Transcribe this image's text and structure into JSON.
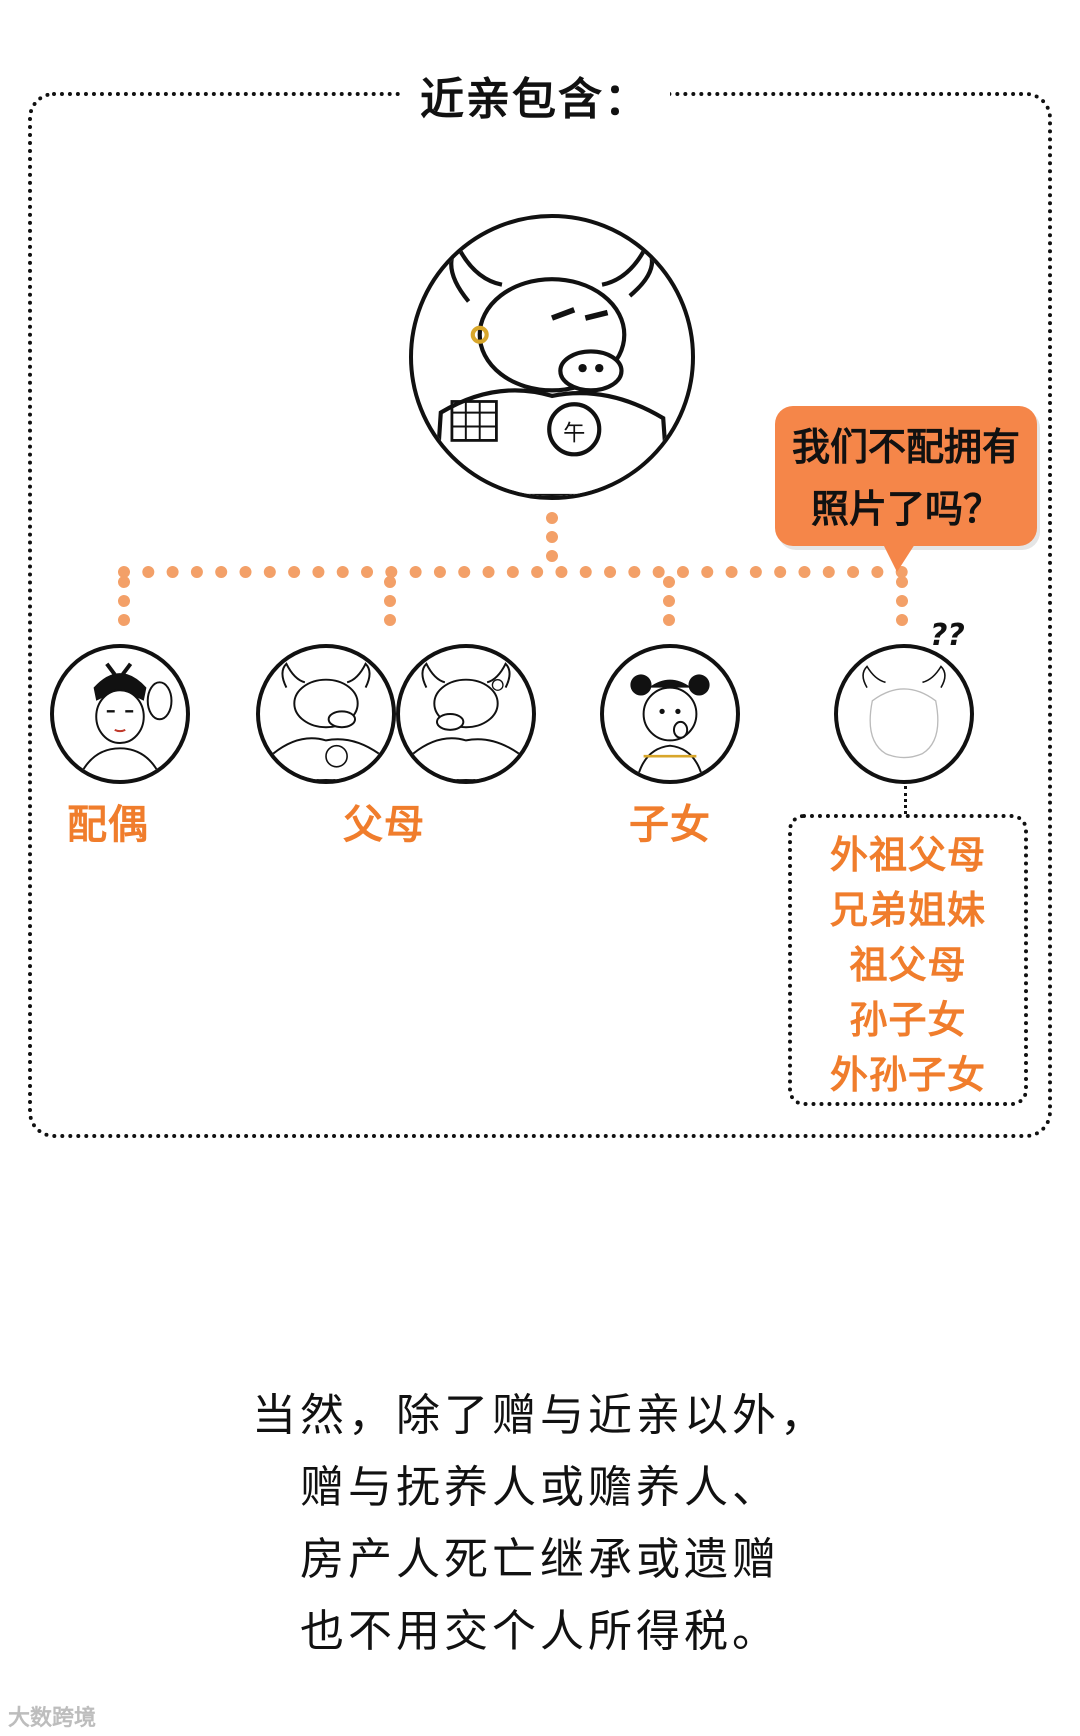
{
  "title": "近亲包含：",
  "bubble": {
    "line1": "我们不配拥有",
    "line2": "照片了吗？"
  },
  "question_marks": "??",
  "labels": {
    "spouse": "配偶",
    "parents": "父母",
    "children": "子女"
  },
  "others": [
    "外祖父母",
    "兄弟姐妹",
    "祖父母",
    "孙子女",
    "外孙子女"
  ],
  "paragraph": [
    "当然，除了赠与近亲以外，",
    "赠与抚养人或赡养人、",
    "房产人死亡继承或遗赠",
    "也不用交个人所得税。"
  ],
  "watermark": "大数跨境",
  "colors": {
    "accent": "#f07d2c",
    "bubble": "#f58649",
    "connector": "#f3a068"
  }
}
